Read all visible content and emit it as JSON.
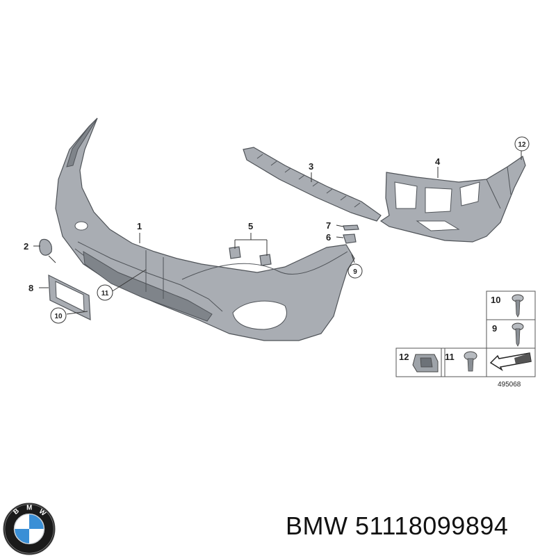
{
  "diagram": {
    "callouts": {
      "c1": "1",
      "c2": "2",
      "c3": "3",
      "c4": "4",
      "c5": "5",
      "c6": "6",
      "c7": "7",
      "c8": "8",
      "c9": "9",
      "c10": "10",
      "c11": "11",
      "c12": "12"
    },
    "legend": {
      "item10": "10",
      "item9": "9",
      "item12": "12",
      "item11": "11",
      "drawing_number": "495068"
    }
  },
  "footer": {
    "brand": "BMW",
    "part_number": "51118099894",
    "logo_letters": "BMW"
  },
  "colors": {
    "part_fill": "#a9adb3",
    "outline": "#4f5358",
    "logo_blue": "#3a8fd6",
    "logo_ring": "#1a1a1a"
  }
}
